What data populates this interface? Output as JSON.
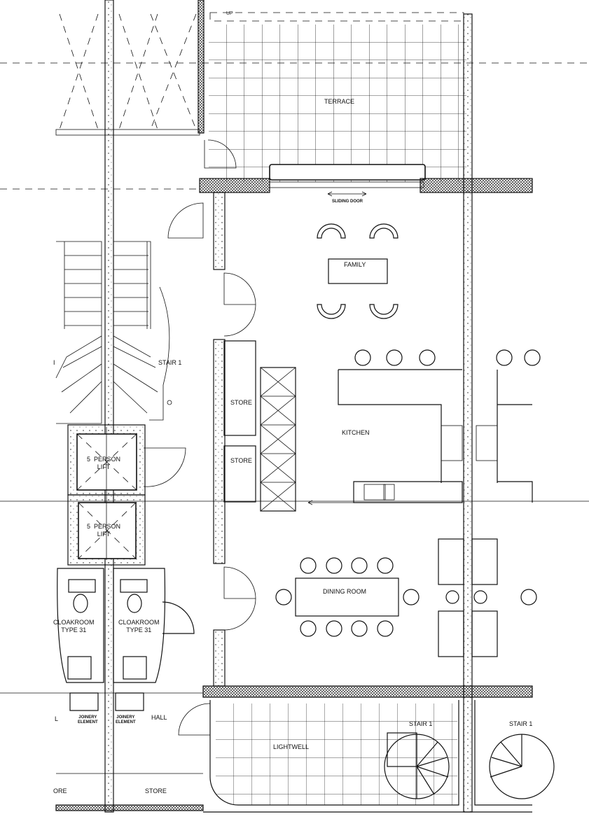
{
  "plan": {
    "rooms": {
      "terrace": "TERRACE",
      "up": "UP",
      "sliding_door": "SLIDING DOOR",
      "family": "FAMILY",
      "kitchen": "KITCHEN",
      "store_upper": "STORE",
      "store_lower": "STORE",
      "dining_room": "DINING ROOM",
      "stair_left": "STAIR 1",
      "stair_left_cut": "I",
      "lift_upper": "5  PERSON\nLIFT",
      "lift_lower": "5  PERSON\nLIFT",
      "cloakroom_left": "CLOAKROOM\nTYPE 31",
      "cloakroom_right": "CLOAKROOM\nTYPE 31",
      "joinery_left": "JOINERY\nELEMENT",
      "joinery_right": "JOINERY\nELEMENT",
      "hall": "HALL",
      "hall_cut": "L",
      "store_bottom": "STORE",
      "store_bottom_cut": "ORE",
      "lightwell": "LIGHTWELL",
      "stair_lightwell": "STAIR 1",
      "stair_lightwell_right": "STAIR 1"
    }
  }
}
